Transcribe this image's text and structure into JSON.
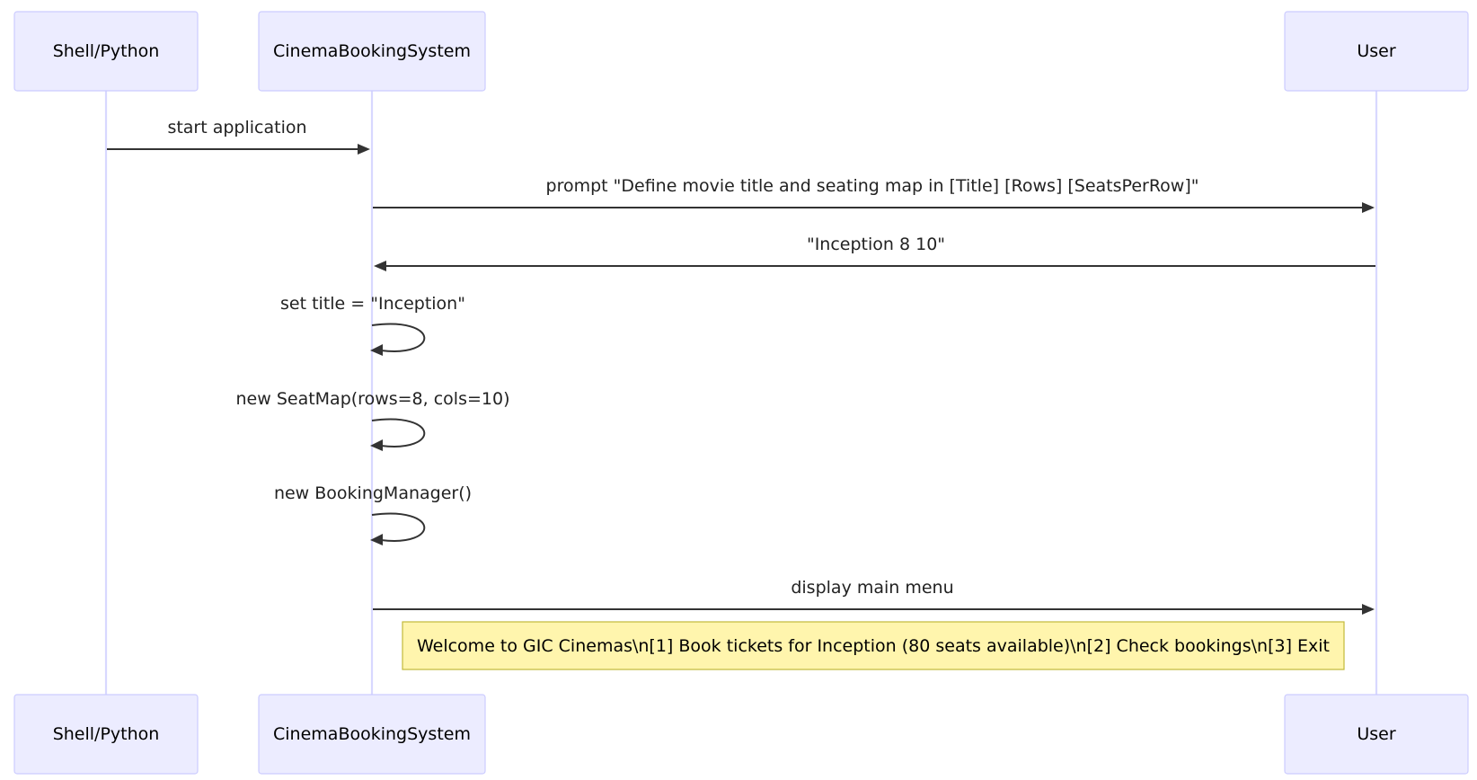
{
  "participants": [
    {
      "id": "shell",
      "label": "Shell/Python"
    },
    {
      "id": "cbs",
      "label": "CinemaBookingSystem"
    },
    {
      "id": "user",
      "label": "User"
    }
  ],
  "messages": [
    {
      "from": "shell",
      "to": "cbs",
      "label": "start application"
    },
    {
      "from": "cbs",
      "to": "user",
      "label": "prompt \"Define movie title and seating map in [Title] [Rows] [SeatsPerRow]\""
    },
    {
      "from": "user",
      "to": "cbs",
      "label": "\"Inception 8 10\""
    },
    {
      "from": "cbs",
      "to": "cbs",
      "label": "set title = \"Inception\""
    },
    {
      "from": "cbs",
      "to": "cbs",
      "label": "new SeatMap(rows=8, cols=10)"
    },
    {
      "from": "cbs",
      "to": "cbs",
      "label": "new BookingManager()"
    },
    {
      "from": "cbs",
      "to": "user",
      "label": "display main menu"
    }
  ],
  "note": {
    "text": "Welcome to GIC Cinemas\\n[1] Book tickets for Inception (80 seats available)\\n[2] Check bookings\\n[3] Exit"
  }
}
